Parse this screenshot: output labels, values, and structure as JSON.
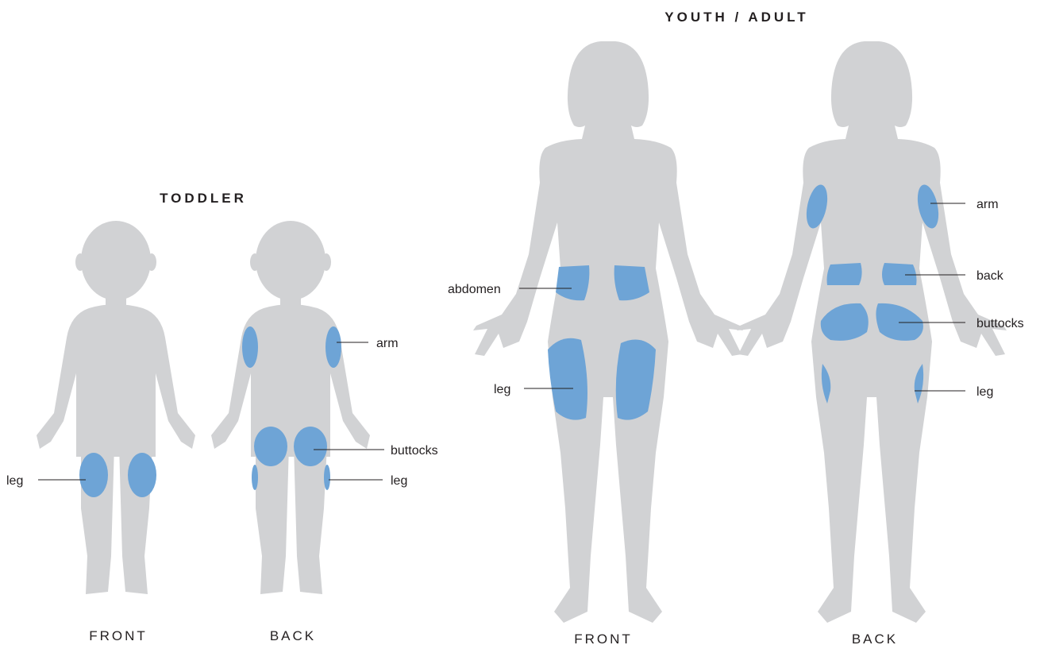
{
  "groups": {
    "toddler": {
      "title": "TODDLER",
      "front": {
        "view_label": "FRONT",
        "labels": {
          "leg": "leg"
        }
      },
      "back": {
        "view_label": "BACK",
        "labels": {
          "arm": "arm",
          "buttocks": "buttocks",
          "leg": "leg"
        }
      }
    },
    "adult": {
      "title": "YOUTH / ADULT",
      "front": {
        "view_label": "FRONT",
        "labels": {
          "abdomen": "abdomen",
          "leg": "leg"
        }
      },
      "back": {
        "view_label": "BACK",
        "labels": {
          "arm": "arm",
          "back": "back",
          "buttocks": "buttocks",
          "leg": "leg"
        }
      }
    }
  },
  "colors": {
    "silhouette": "#d1d2d4",
    "injection_zone": "#6ea4d6",
    "text": "#231f20"
  }
}
